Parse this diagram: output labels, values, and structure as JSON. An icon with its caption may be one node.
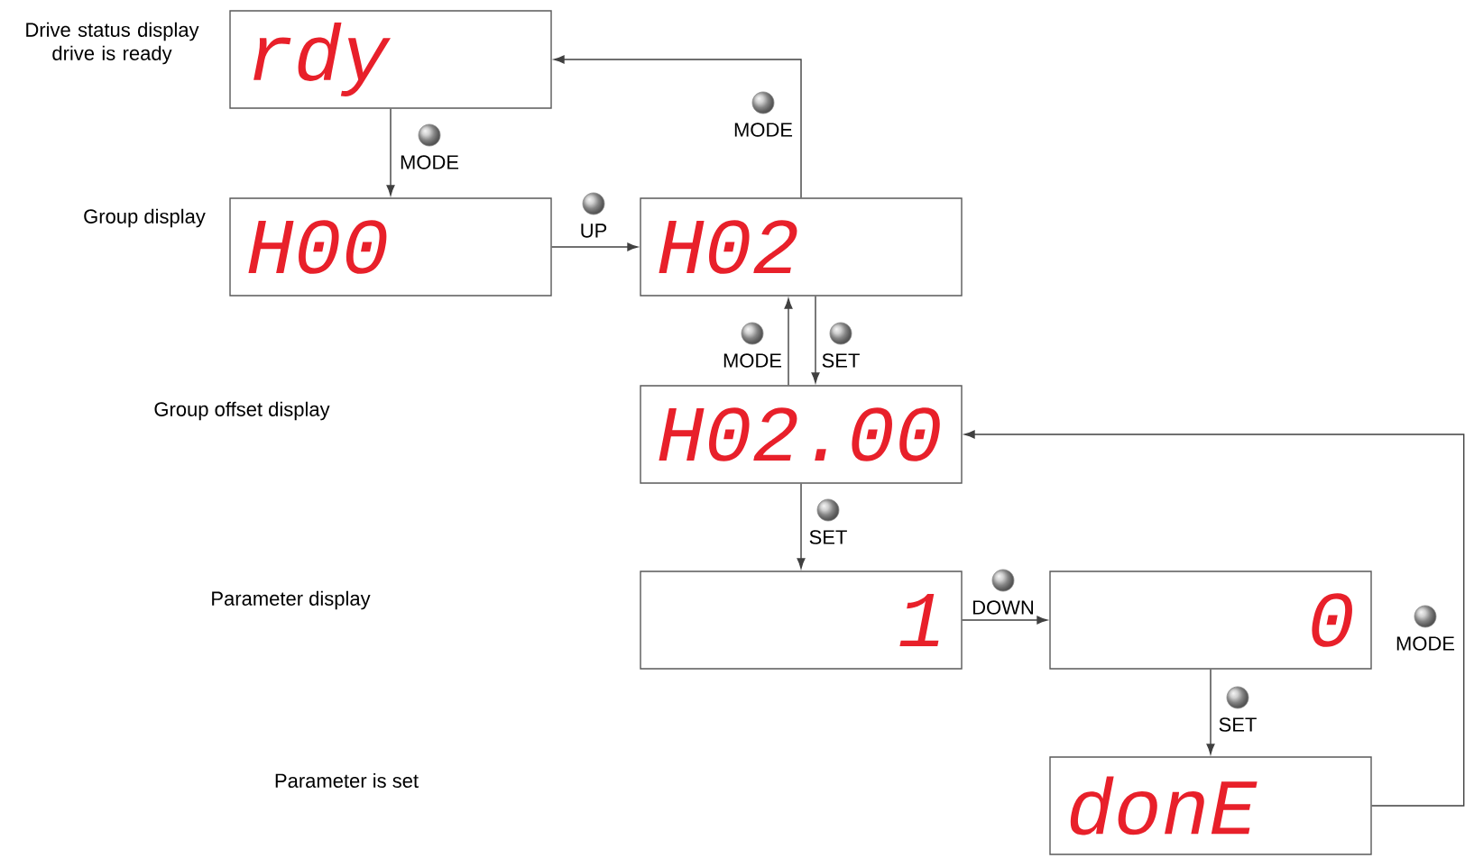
{
  "diagram": {
    "nodes": [
      {
        "text": [
          "rdy"
        ]
      },
      {
        "text": [
          "H00"
        ]
      },
      {
        "text": [
          "H02"
        ]
      },
      {
        "text": [
          "H02.00"
        ]
      },
      {
        "text": [
          "1"
        ]
      },
      {
        "text": [
          "0"
        ]
      },
      {
        "text": [
          "donE"
        ]
      }
    ],
    "edges": [
      {
        "from": 0,
        "to": 1,
        "arrow": "to",
        "label": "MODE"
      },
      {
        "from": 1,
        "to": 2,
        "arrow": "to",
        "label": "UP"
      },
      {
        "from": 2,
        "to": 0,
        "arrow": "to",
        "label": "MODE"
      },
      {
        "from": 3,
        "to": 2,
        "arrow": "to",
        "label": "MODE"
      },
      {
        "from": 2,
        "to": 3,
        "arrow": "to",
        "label": "SET"
      },
      {
        "from": 3,
        "to": 4,
        "arrow": "to",
        "label": "SET"
      },
      {
        "from": 4,
        "to": 5,
        "arrow": "to",
        "label": "DOWN"
      },
      {
        "from": 5,
        "to": 6,
        "arrow": "to",
        "label": "SET"
      },
      {
        "from": 6,
        "to": 3,
        "arrow": "to",
        "label": "MODE"
      }
    ],
    "labels": [
      "Drive status display drive is ready",
      "Group display",
      "Group offset display",
      "Parameter display",
      "Parameter is set"
    ]
  }
}
